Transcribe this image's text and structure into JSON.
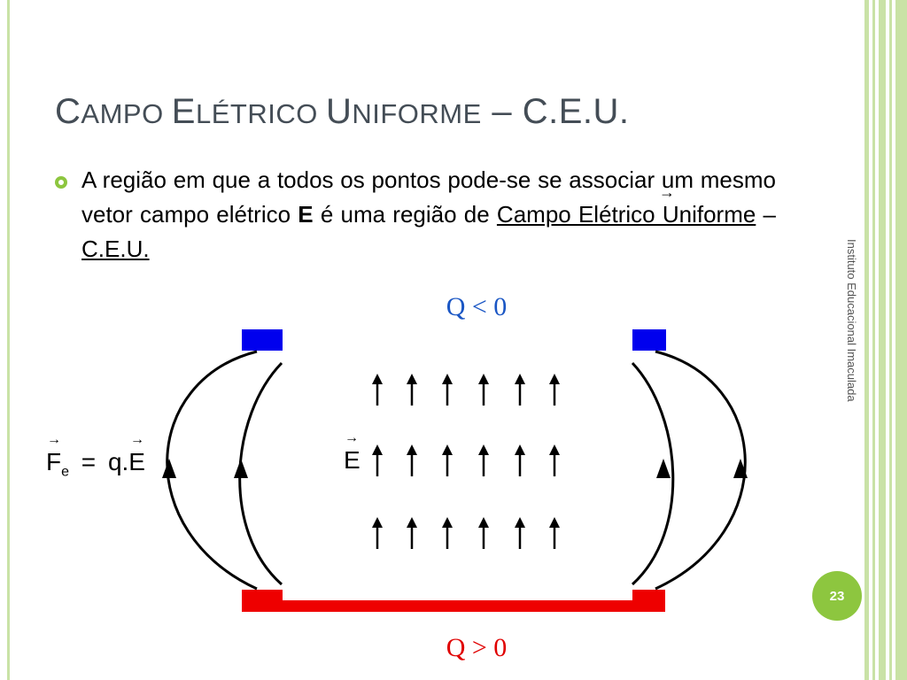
{
  "slide": {
    "title_parts": [
      {
        "text": "C",
        "cls": "cap"
      },
      {
        "text": "AMPO ",
        "cls": "sm"
      },
      {
        "text": "E",
        "cls": "cap"
      },
      {
        "text": "LÉTRICO ",
        "cls": "sm"
      },
      {
        "text": "U",
        "cls": "cap"
      },
      {
        "text": "NIFORME",
        "cls": "sm"
      },
      {
        "text": " – C.E.U.",
        "cls": "cap"
      }
    ],
    "bullet": {
      "text_1": "A região em que a todos os pontos pode-se se associar um mesmo vetor campo elétrico ",
      "bold_e": "E",
      "text_2": " é uma região de ",
      "highlight_1": "Campo Elétrico Uniforme",
      "dash": " – ",
      "highlight_2": "C.E.U."
    },
    "side_text": "Instituto Educacional Imaculada",
    "page_number": "23"
  },
  "diagram": {
    "top_plate_label": "Q < 0",
    "bottom_plate_label": "Q > 0",
    "field_label": "E",
    "formula": {
      "force": "F",
      "force_sub": "e",
      "equals": "=",
      "rhs": "q.E"
    },
    "colors": {
      "negative_plate": "#0000ee",
      "positive_plate": "#ee0000",
      "label_blue": "#1a56c4",
      "label_red": "#e00000",
      "accent_green": "#8dc63f"
    }
  }
}
